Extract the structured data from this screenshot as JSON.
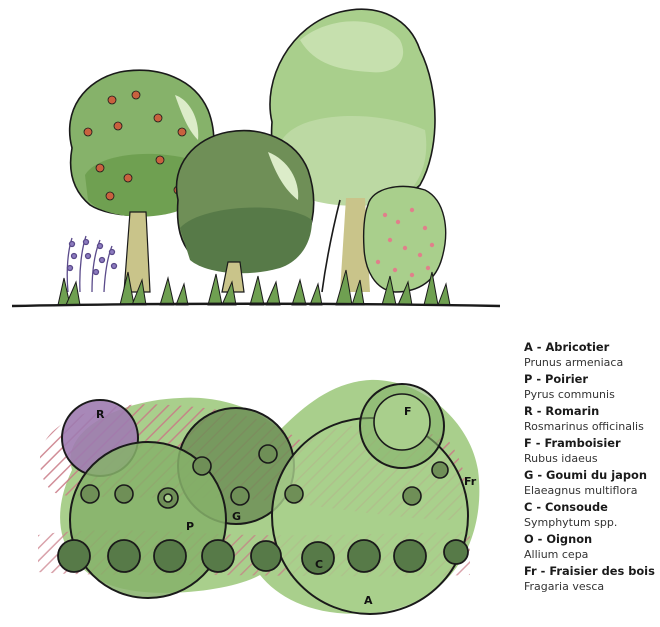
{
  "legend": {
    "items": [
      {
        "code": "A",
        "name": "A - Abricotier",
        "latin": "Prunus armeniaca"
      },
      {
        "code": "P",
        "name": "P - Poirier",
        "latin": "Pyrus communis"
      },
      {
        "code": "R",
        "name": "R - Romarin",
        "latin": "Rosmarinus officinalis"
      },
      {
        "code": "F",
        "name": "F - Framboisier",
        "latin": "Rubus idaeus"
      },
      {
        "code": "G",
        "name": "G - Goumi du japon",
        "latin": "Elaeagnus multiflora"
      },
      {
        "code": "C",
        "name": "C - Consoude",
        "latin": "Symphytum spp."
      },
      {
        "code": "O",
        "name": "O - Oignon",
        "latin": "Allium cepa"
      },
      {
        "code": "Fr",
        "name": "Fr - Fraisier des bois",
        "latin": "Fragaria vesca"
      }
    ]
  },
  "plan": {
    "labels": {
      "R": "R",
      "F": "F",
      "P": "P",
      "G": "G",
      "C": "C",
      "A": "A",
      "Fr": "Fr"
    }
  },
  "colors": {
    "light_green": "#a9cf8c",
    "mid_green": "#86b26a",
    "dark_green": "#577a48",
    "olive_green": "#6f8f57",
    "purple": "#9f7bb0",
    "pink_hatch": "#c97a86",
    "fruit_orange": "#c8613e",
    "trunk": "#c9c48a",
    "lavender": "#8c7bbf",
    "ink": "#1a1a1a"
  }
}
